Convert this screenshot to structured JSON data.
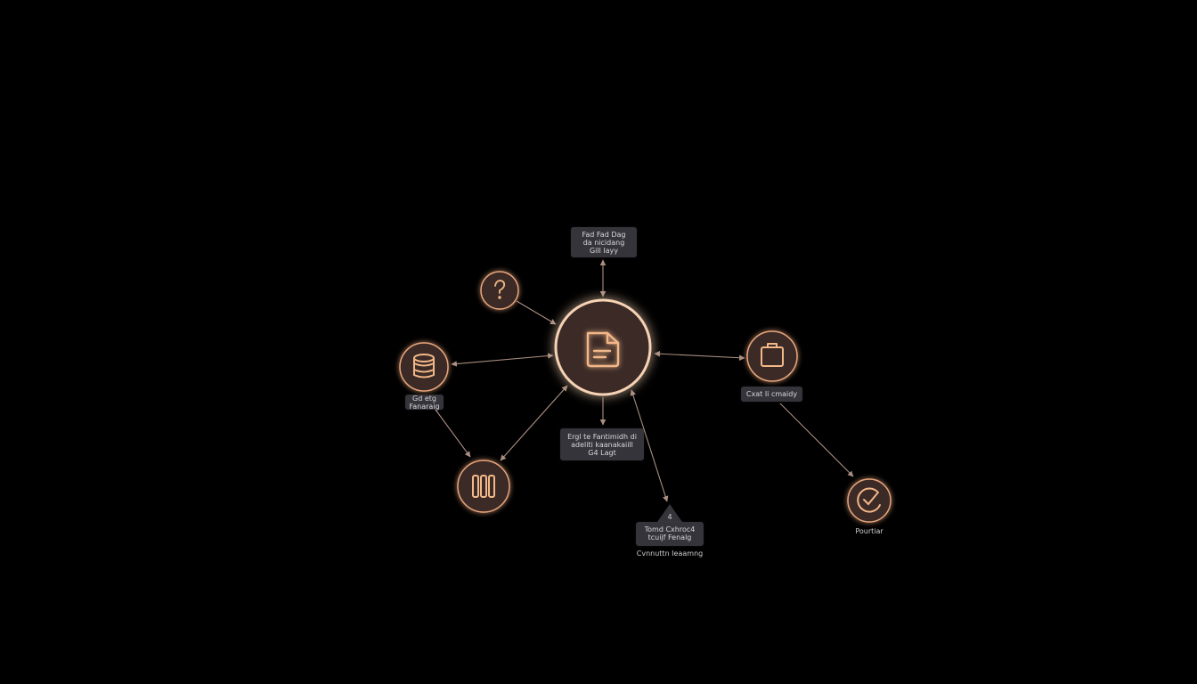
{
  "colors": {
    "background": "#000000",
    "node_fill": "#3a2c26",
    "node_glow": "#f0a774",
    "icon_stroke": "#f3b888",
    "connector": "#c9a899",
    "label_box": "#34343a",
    "label_text": "#d8d8dc"
  },
  "nodes": [
    {
      "id": "hub",
      "icon": "document-icon"
    },
    {
      "id": "question",
      "icon": "question-icon"
    },
    {
      "id": "database",
      "icon": "database-icon"
    },
    {
      "id": "bars",
      "icon": "bars-icon"
    },
    {
      "id": "briefcase",
      "icon": "briefcase-icon"
    },
    {
      "id": "gauge",
      "icon": "check-gauge-icon"
    }
  ],
  "labels": {
    "top": "Fad Fad Dag\nda nicidang\nGill layy",
    "database": "Gd etg\nFanaraig",
    "center_bottom": "Ergl te Fantimidh di\nadeliti kaanakaiill\nG4 Lagt",
    "briefcase": "Cxat Ii cmaidy",
    "warning_mark": "4",
    "warning_box": "Tomd  Cxhroc4\ntcuijf Fenalg",
    "warning_caption": "Cvnnuttn Ieaamng",
    "gauge": "Pourtiar"
  }
}
